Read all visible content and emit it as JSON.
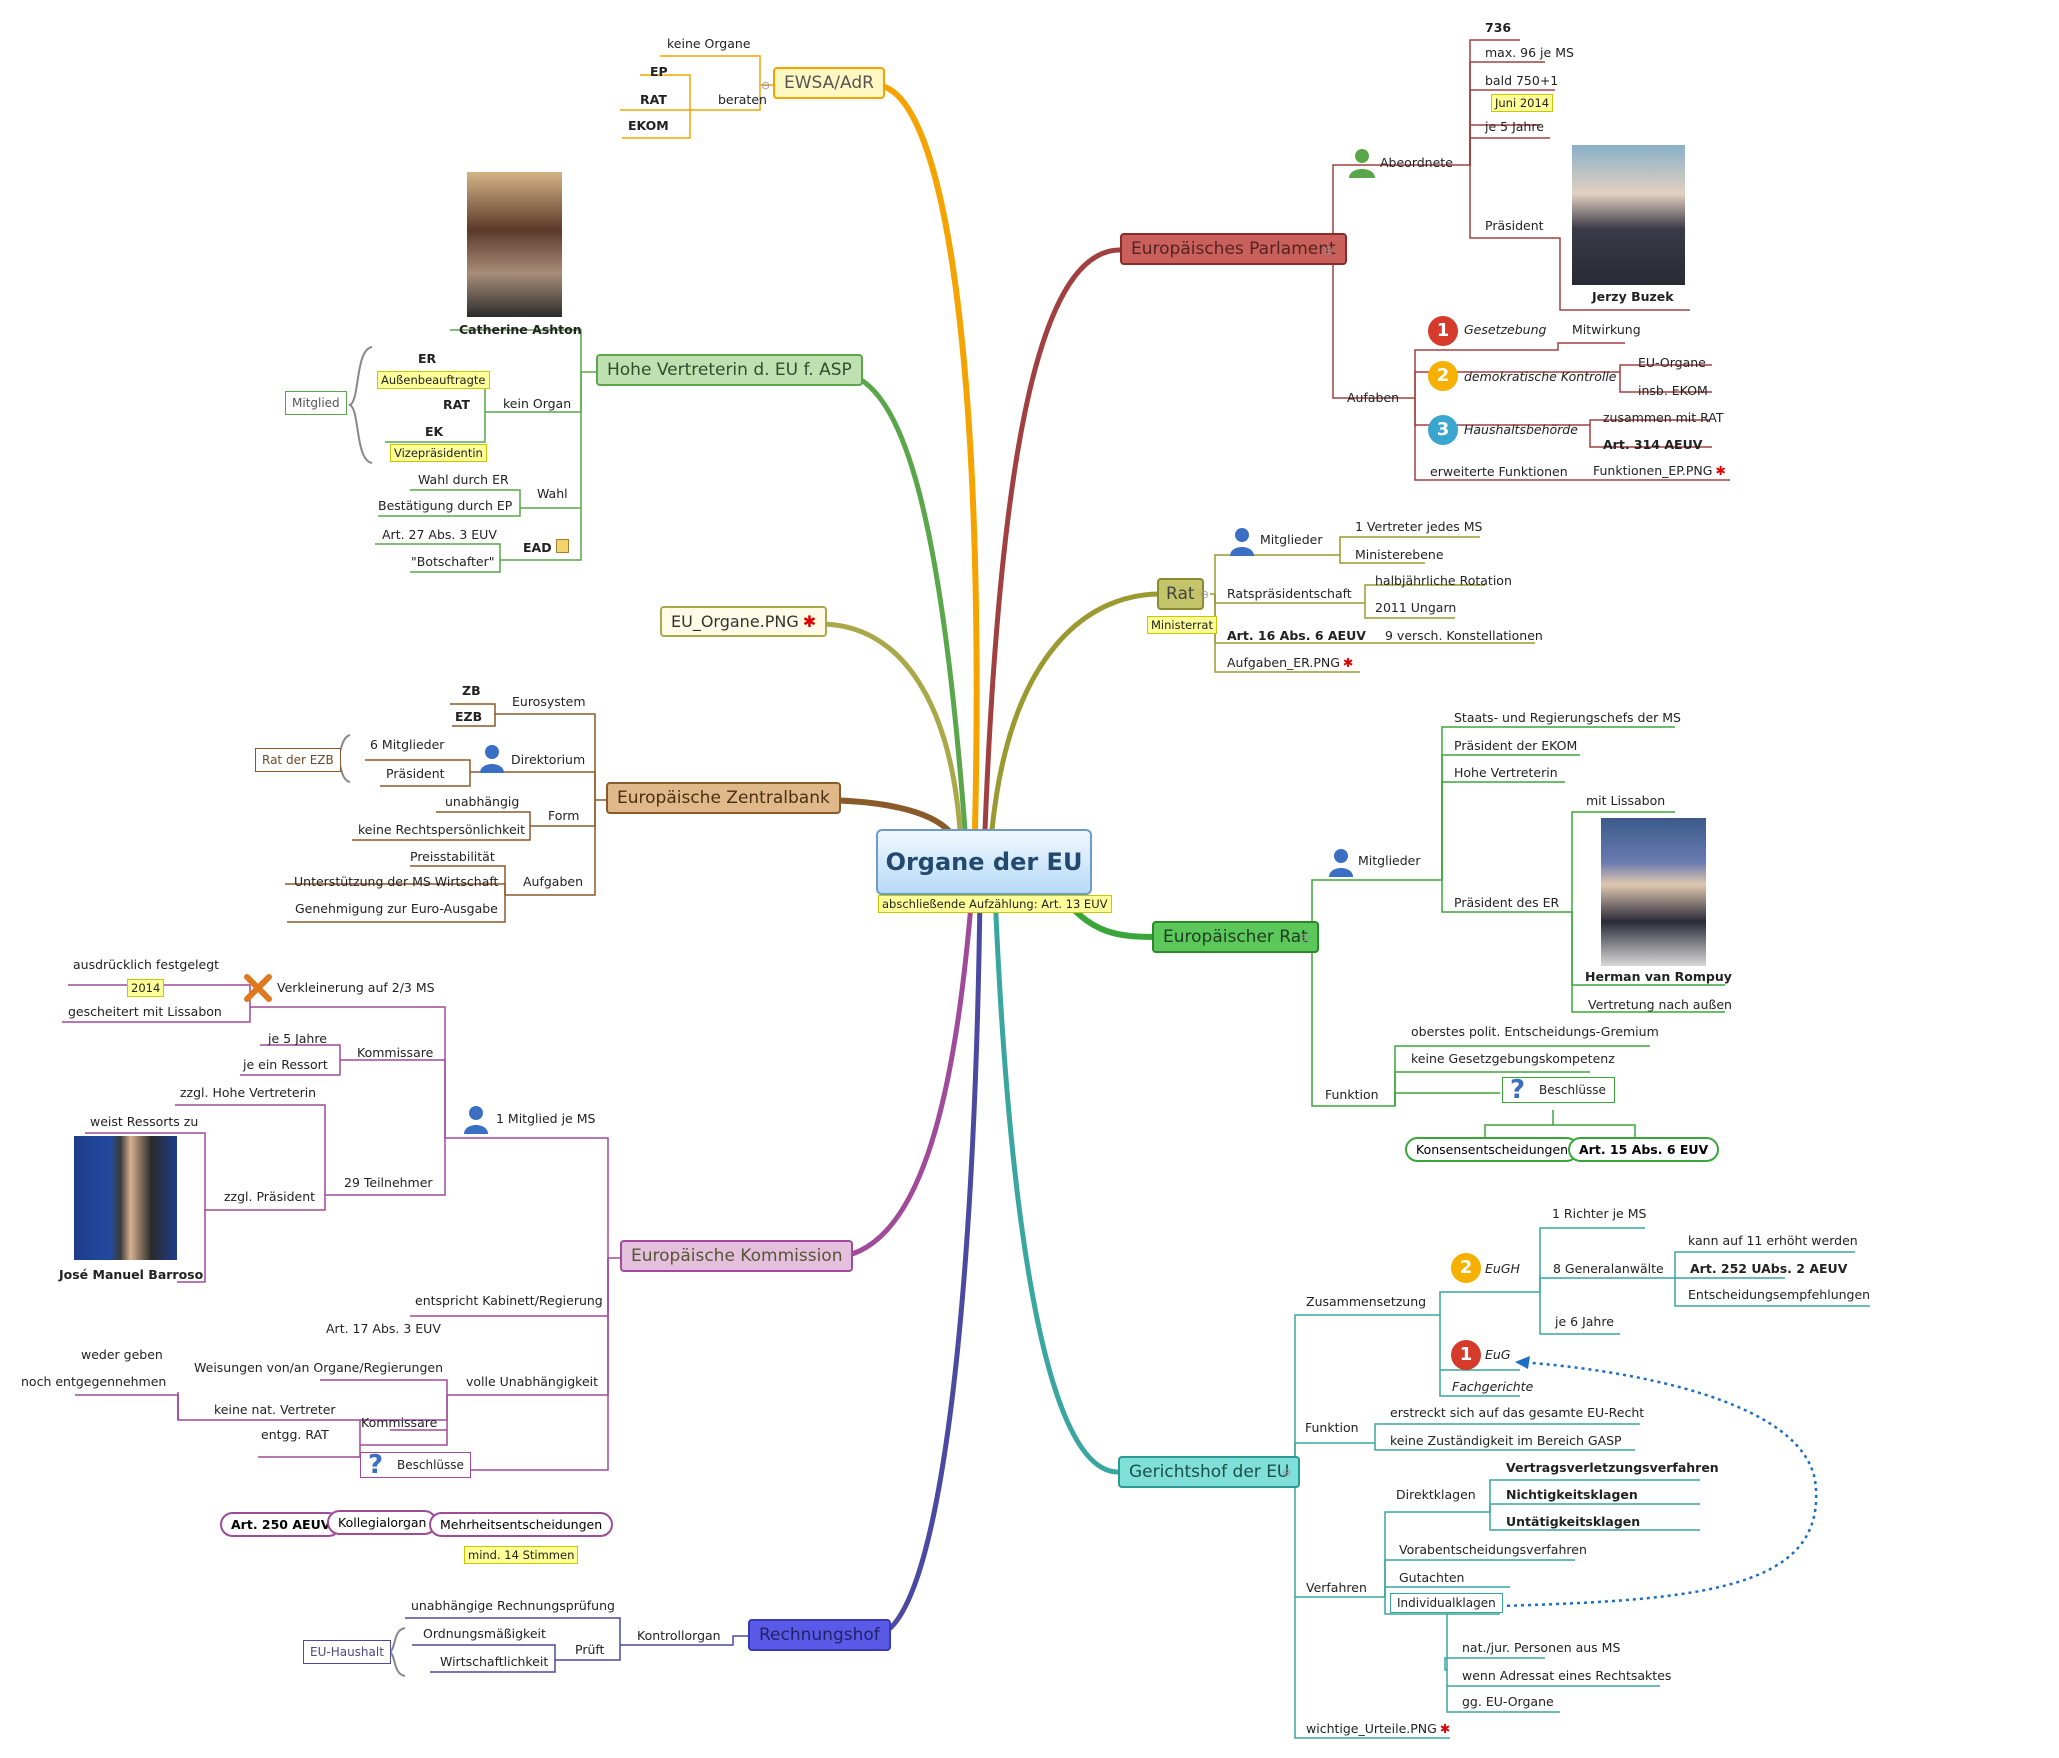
{
  "center": {
    "title": "Organe der EU",
    "note": "abschließende Aufzählung: Art. 13 EUV"
  },
  "ewsa": {
    "title": "EWSA/AdR",
    "keine": "keine Organe",
    "beraten": "beraten",
    "ep": "EP",
    "rat": "RAT",
    "ekom": "EKOM"
  },
  "hv": {
    "title": "Hohe Vertreterin d. EU f. ASP",
    "person": "Catherine Ashton",
    "mitglied": "Mitglied",
    "er": "ER",
    "aussen": "Außenbeauftragte",
    "rat": "RAT",
    "kein": "kein Organ",
    "ek": "EK",
    "vize": "Vizepräsidentin",
    "wahl_er": "Wahl durch ER",
    "wahl": "Wahl",
    "best": "Bestätigung durch EP",
    "art27": "Art. 27 Abs. 3 EUV",
    "ead": "EAD",
    "botsch": "\"Botschafter\""
  },
  "img": {
    "label": "EU_Organe.PNG"
  },
  "ezb": {
    "title": "Europäische Zentralbank",
    "zb": "ZB",
    "ezb": "EZB",
    "euro": "Eurosystem",
    "rat": "Rat der EZB",
    "sechs": "6 Mitglieder",
    "dir": "Direktorium",
    "praes": "Präsident",
    "unab": "unabhängig",
    "form": "Form",
    "keine": "keine Rechtspersönlichkeit",
    "preis": "Preisstabilität",
    "unter": "Unterstützung der MS Wirtschaft",
    "aufg": "Aufgaben",
    "gen": "Genehmigung zur Euro-Ausgabe"
  },
  "kom": {
    "title": "Europäische Kommission",
    "ausd": "ausdrücklich festgelegt",
    "y2014": "2014",
    "gesch": "gescheitert mit Lissabon",
    "verk": "Verkleinerung auf 2/3 MS",
    "je5": "je 5 Jahre",
    "komm": "Kommissare",
    "ress": "je ein Ressort",
    "zzgl": "zzgl. Hohe Vertreterin",
    "weist": "weist Ressorts zu",
    "ein": "1 Mitglied je MS",
    "zpr": "zzgl. Präsident",
    "t29": "29 Teilnehmer",
    "person": "José Manuel Barroso",
    "kab": "entspricht Kabinett/Regierung",
    "art17": "Art. 17 Abs. 3 EUV",
    "weder": "weder geben",
    "weis": "Weisungen von/an Organe/Regierungen",
    "noch": "noch entgegennehmen",
    "voll": "volle Unabhängigkeit",
    "keinv": "keine nat. Vertreter",
    "komm2": "Kommissare",
    "entgg": "entgg. RAT",
    "besch": "Beschlüsse",
    "art250": "Art. 250 AEUV",
    "koll": "Kollegialorgan",
    "mehr": "Mehrheitsentscheidungen",
    "mind": "mind. 14 Stimmen"
  },
  "rh": {
    "title": "Rechnungshof",
    "unab": "unabhängige Rechnungsprüfung",
    "ord": "Ordnungsmäßigkeit",
    "prueft": "Prüft",
    "kontr": "Kontrollorgan",
    "wirt": "Wirtschaftlichkeit",
    "haus": "EU-Haushalt"
  },
  "ep": {
    "title": "Europäisches Parlament",
    "n736": "736",
    "max96": "max. 96 je MS",
    "bald": "bald 750+1",
    "juni": "Juni 2014",
    "je5": "je 5 Jahre",
    "abg": "Abeordnete",
    "praes": "Präsident",
    "person": "Jerzy Buzek",
    "gesetz": "Gesetzebung",
    "mitw": "Mitwirkung",
    "demo": "demokratische Kontrolle",
    "euorg": "EU-Organe",
    "insb": "insb. EKOM",
    "aufg": "Aufaben",
    "haus": "Haushaltsbehörde",
    "zus": "zusammen mit RAT",
    "art314": "Art. 314 AEUV",
    "erw": "erweiterte Funktionen",
    "funk": "Funktionen_EP.PNG"
  },
  "rat": {
    "title": "Rat",
    "sub": "Ministerrat",
    "mitgl": "Mitglieder",
    "vertr": "1 Vertreter jedes MS",
    "minist": "Ministerebene",
    "rps": "Ratspräsidentschaft",
    "halb": "halbjährliche Rotation",
    "ung": "2011 Ungarn",
    "art16": "Art. 16 Abs. 6 AEUV",
    "neun": "9 versch. Konstellationen",
    "aufg": "Aufgaben_ER.PNG"
  },
  "er": {
    "title": "Europäischer Rat",
    "staat": "Staats- und Regierungschefs der MS",
    "pekom": "Präsident der EKOM",
    "hv": "Hohe Vertreterin",
    "mitl": "mit Lissabon",
    "mitgl": "Mitglieder",
    "pdes": "Präsident des ER",
    "person": "Herman van Rompuy",
    "vert": "Vertretung nach außen",
    "oberst": "oberstes polit. Entscheidungs-Gremium",
    "keine": "keine Gesetzgebungskompetenz",
    "funk": "Funktion",
    "besch": "Beschlüsse",
    "konsens": "Konsensentscheidungen",
    "art15": "Art. 15 Abs. 6 EUV"
  },
  "gh": {
    "title": "Gerichtshof der EU",
    "richter": "1 Richter je MS",
    "kann": "kann auf 11 erhöht werden",
    "eugh": "EuGH",
    "acht": "8 Generalanwälte",
    "art252": "Art. 252 UAbs. 2 AEUV",
    "entsch": "Entscheidungsempfehlungen",
    "je6": "je 6 Jahre",
    "zus": "Zusammensetzung",
    "eug": "EuG",
    "fach": "Fachgerichte",
    "erstr": "erstreckt sich auf das gesamte EU-Recht",
    "funk": "Funktion",
    "keinz": "keine Zuständigkeit im Bereich GASP",
    "direkt": "Direktklagen",
    "vvv": "Vertragsverletzungsverfahren",
    "nicht": "Nichtigkeitsklagen",
    "untaet": "Untätigkeitsklagen",
    "vorab": "Vorabentscheidungsverfahren",
    "verf": "Verfahren",
    "gut": "Gutachten",
    "indiv": "Individualklagen",
    "nat": "nat./jur. Personen aus MS",
    "wenn": "wenn Adressat eines Rechtsaktes",
    "gg": "gg. EU-Organe",
    "wicht": "wichtige_Urteile.PNG"
  },
  "colors": {
    "ewsa": "#f5a300",
    "hv": "#5aa64a",
    "img": "#a9a94a",
    "ezb": "#8b5a2b",
    "kom": "#a04a9a",
    "rh": "#4a4aa0",
    "ep": "#a04040",
    "rat": "#9a9a30",
    "er": "#3aa63a",
    "gh": "#3aa6a0"
  }
}
